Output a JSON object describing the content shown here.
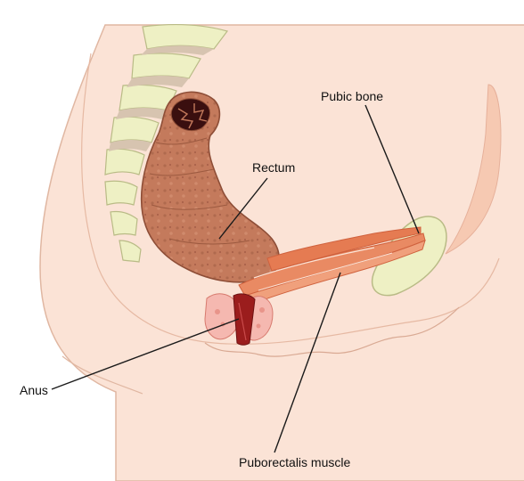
{
  "labels": {
    "pubic_bone": "Pubic bone",
    "rectum": "Rectum",
    "anus": "Anus",
    "puborectalis": "Puborectalis muscle"
  },
  "colors": {
    "skin": "#fbe3d6",
    "skin_outline": "#e0b7a2",
    "bone": "#eef0c4",
    "bone_outline": "#b9bb86",
    "rectum": "#c47a5c",
    "rectum_outline": "#8e4e37",
    "muscle": "#e98a63",
    "muscle_dark": "#d0623e",
    "anal_canal": "#9b1d1d",
    "leader_line": "#1a1a1a"
  }
}
